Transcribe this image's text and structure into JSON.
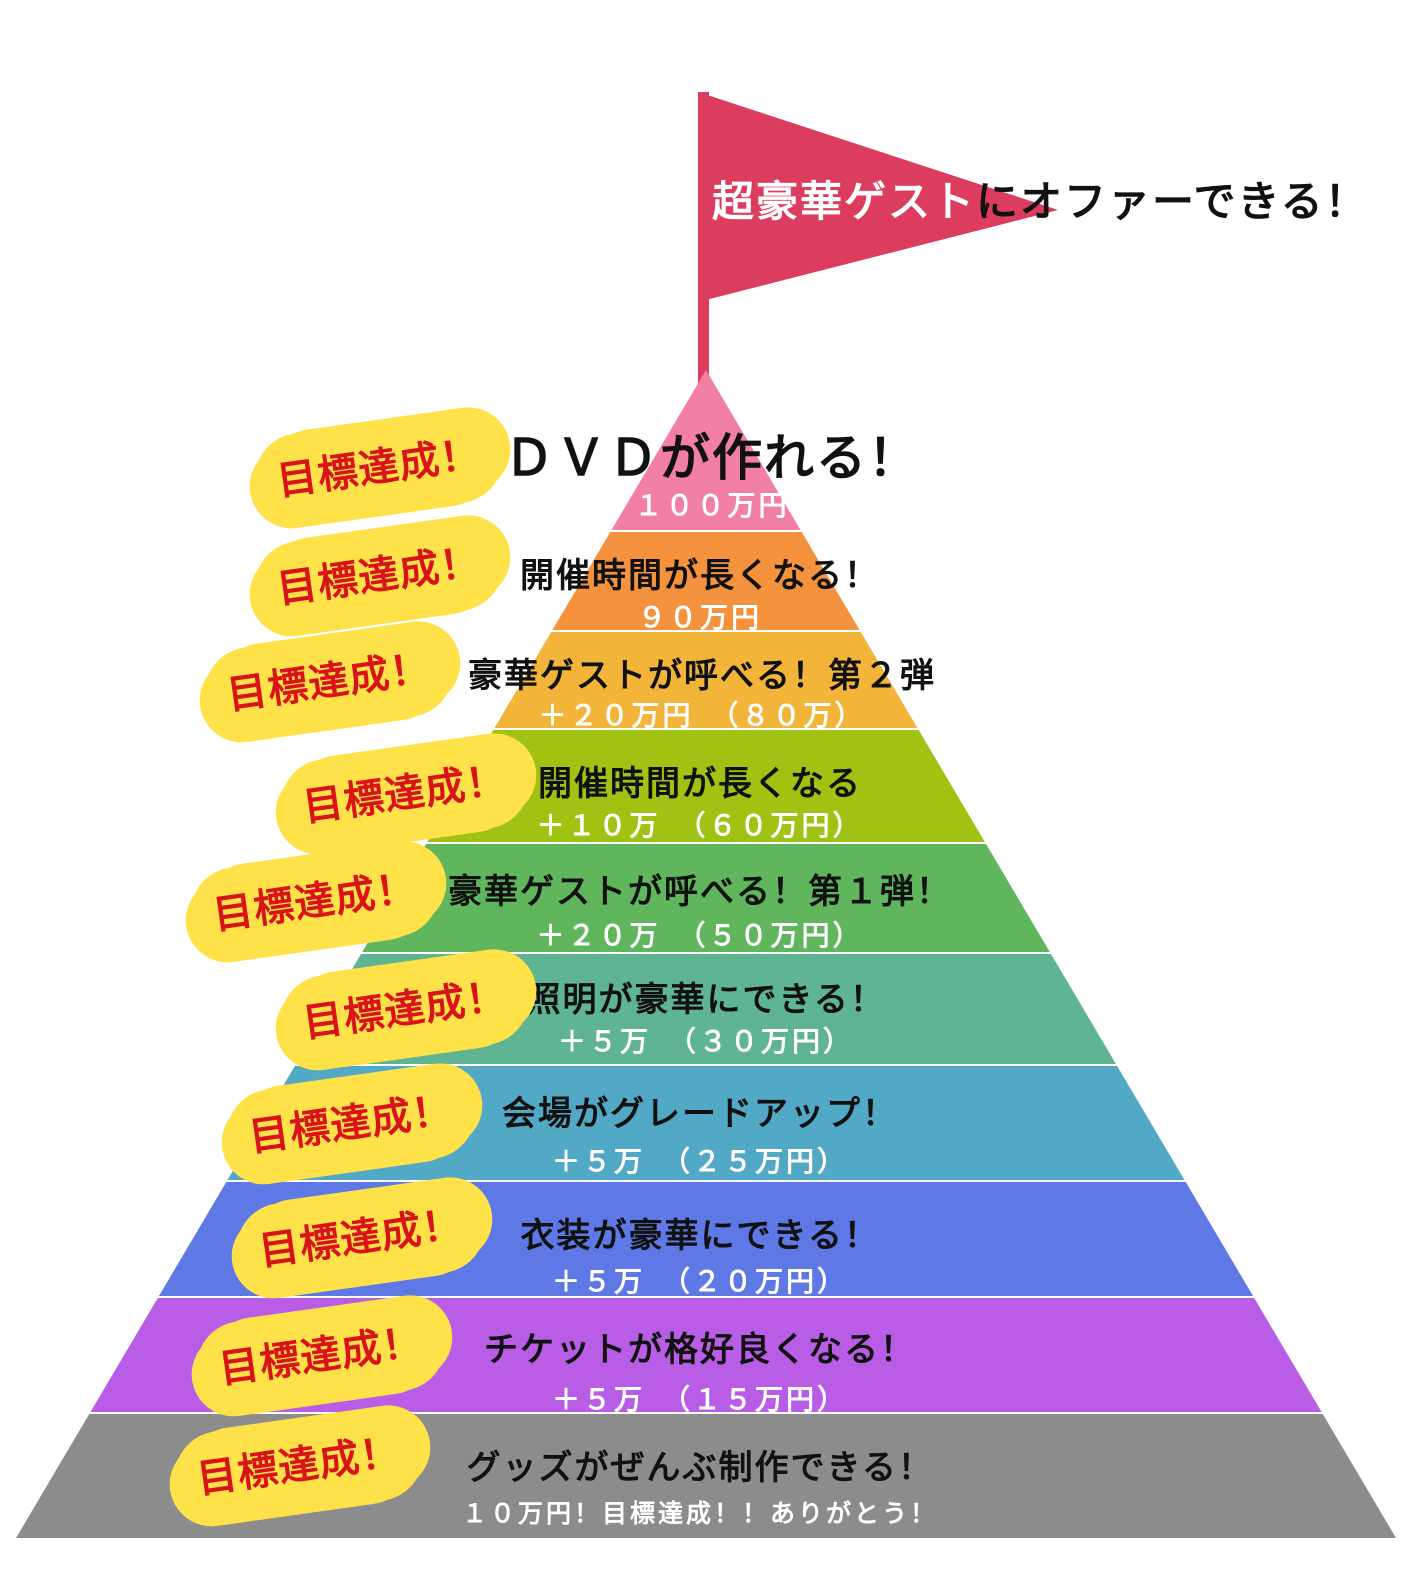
{
  "flag": {
    "text_inside": "超豪華ゲスト",
    "text_outside": "にオファーできる！",
    "color": "#dc3d5e"
  },
  "badge_text": "目標達成！",
  "badge_color": "#ffe24a",
  "badge_text_color": "#d8141a",
  "layers": [
    {
      "title": "ＤＶＤが作れる！",
      "sub": "１００万円",
      "color": "#f27fa4"
    },
    {
      "title": "開催時間が長くなる！",
      "sub": "９０万円",
      "color": "#f5923d"
    },
    {
      "title": "豪華ゲストが呼べる！第２弾",
      "sub": "＋２０万円　（８０万）",
      "color": "#f2b53a"
    },
    {
      "title": "開催時間が長くなる",
      "sub": "＋１０万　（６０万円）",
      "color": "#9fc213"
    },
    {
      "title": "豪華ゲストが呼べる！第１弾！",
      "sub": "＋２０万　（５０万円）",
      "color": "#5fb65c"
    },
    {
      "title": "照明が豪華にできる！",
      "sub": "＋５万　（３０万円）",
      "color": "#5fb491"
    },
    {
      "title": "会場がグレードアップ！",
      "sub": "＋５万　（２５万円）",
      "color": "#52a9c5"
    },
    {
      "title": "衣装が豪華にできる！",
      "sub": "＋５万　（２０万円）",
      "color": "#5e78e6"
    },
    {
      "title": "チケットが格好良くなる！",
      "sub": "＋５万　（１５万円）",
      "color": "#b95de6"
    },
    {
      "title": "グッズがぜんぶ制作できる！",
      "sub": "１０万円！目標達成！！ありがとう！",
      "color": "#8c8c8c"
    }
  ]
}
